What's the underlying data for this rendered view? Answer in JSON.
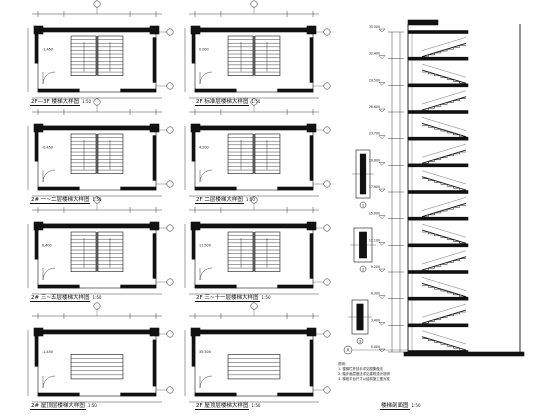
{
  "sheet": {
    "background": "#ffffff",
    "line_color": "#111111",
    "wall_fill": "#111111"
  },
  "plans": [
    {
      "id": "p1",
      "caption": "2F—3F 楼梯大样图",
      "scale": "1:50",
      "level": "-1.450"
    },
    {
      "id": "p2",
      "caption": "2F 标准层楼梯大样图",
      "scale": "1:50",
      "level": "0.000"
    },
    {
      "id": "p3",
      "caption": "2# 一~二层楼梯大样图",
      "scale": "1:50",
      "level": "-0.450"
    },
    {
      "id": "p4",
      "caption": "2F 二层楼梯大样图",
      "scale": "1:50",
      "level": "4.200"
    },
    {
      "id": "p5",
      "caption": "2# 三~五层楼梯大样图",
      "scale": "1:50",
      "level": "8.400"
    },
    {
      "id": "p6",
      "caption": "2F 三~十一层楼梯大样图",
      "scale": "1:50",
      "level": "11.500"
    },
    {
      "id": "p7",
      "caption": "2# 屋顶层楼梯大样图",
      "scale": "1:50",
      "level": "-1.450"
    },
    {
      "id": "p8",
      "caption": "2F 屋顶层楼梯大样图",
      "scale": "1:50",
      "level": "35.300"
    }
  ],
  "section": {
    "caption": "楼梯剖面图",
    "scale": "1:50",
    "grid_mark": "A",
    "levels": [
      "35.300",
      "32.400",
      "29.500",
      "26.600",
      "23.700",
      "20.800",
      "17.900",
      "15.000",
      "12.100",
      "9.200",
      "6.300",
      "3.400",
      "0.000"
    ]
  },
  "details": [
    {
      "id": "d1",
      "label": "1"
    },
    {
      "id": "d2",
      "label": "2"
    },
    {
      "id": "d3",
      "label": "3"
    }
  ],
  "notes": {
    "title": "说明：",
    "lines": [
      "1. 楼梯栏杆扶手详见图集做法",
      "2. 踏步面层做法详见建筑设计说明",
      "3. 梯段平台尺寸以结构施工图为准"
    ]
  }
}
